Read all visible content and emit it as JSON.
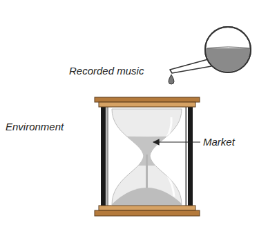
{
  "diagram": {
    "labels": [
      "Recorded music",
      "Environment",
      "Market"
    ]
  }
}
